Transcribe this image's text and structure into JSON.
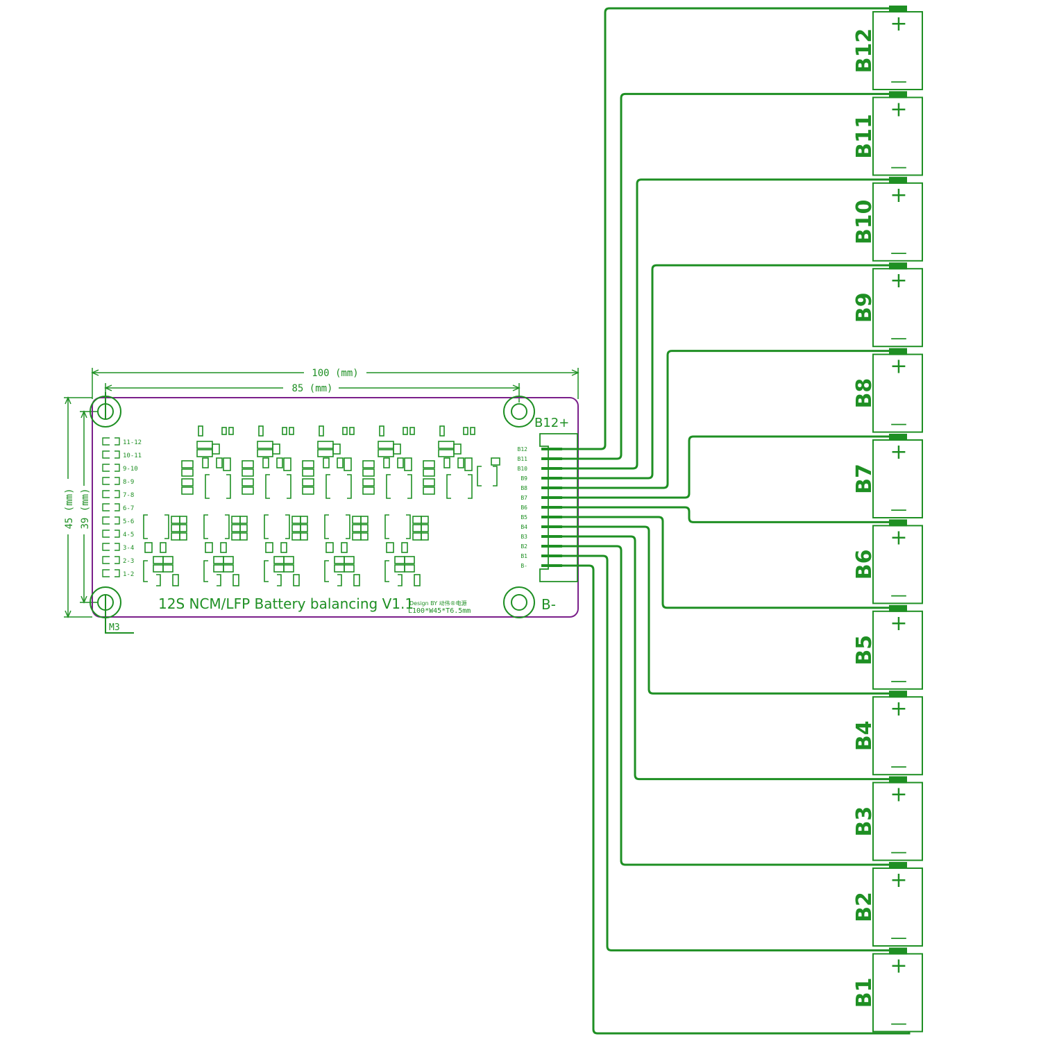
{
  "board": {
    "title": "12S NCM/LFP Battery balancing V1.1",
    "design_credit": "Design BY 动伟®电源",
    "size_label": "L100*W45*T6.5mm",
    "terminal_top": "B12+",
    "terminal_bottom": "B-",
    "mount_hole": "M3",
    "outline_color": "#7a1f8a",
    "trace_color": "#1e8f23"
  },
  "dimensions": {
    "length_outer": "100 (mm)",
    "length_holes": "85 (mm)",
    "width_outer": "45 (mm)",
    "width_holes": "39 (mm)"
  },
  "connector_pins": [
    "B12",
    "B11",
    "B10",
    "B9",
    "B8",
    "B7",
    "B6",
    "B5",
    "B4",
    "B3",
    "B2",
    "B1",
    "B-"
  ],
  "balance_pairs": [
    "11-12",
    "10-11",
    "9-10",
    "8-9",
    "7-8",
    "6-7",
    "5-6",
    "4-5",
    "3-4",
    "2-3",
    "1-2"
  ],
  "cells": [
    {
      "label": "B12",
      "plus": "+",
      "minus": "—"
    },
    {
      "label": "B11",
      "plus": "+",
      "minus": "—"
    },
    {
      "label": "B10",
      "plus": "+",
      "minus": "—"
    },
    {
      "label": "B9",
      "plus": "+",
      "minus": "—"
    },
    {
      "label": "B8",
      "plus": "+",
      "minus": "—"
    },
    {
      "label": "B7",
      "plus": "+",
      "minus": "—"
    },
    {
      "label": "B6",
      "plus": "+",
      "minus": "—"
    },
    {
      "label": "B5",
      "plus": "+",
      "minus": "—"
    },
    {
      "label": "B4",
      "plus": "+",
      "minus": "—"
    },
    {
      "label": "B3",
      "plus": "+",
      "minus": "—"
    },
    {
      "label": "B2",
      "plus": "+",
      "minus": "—"
    },
    {
      "label": "B1",
      "plus": "+",
      "minus": "—"
    }
  ]
}
